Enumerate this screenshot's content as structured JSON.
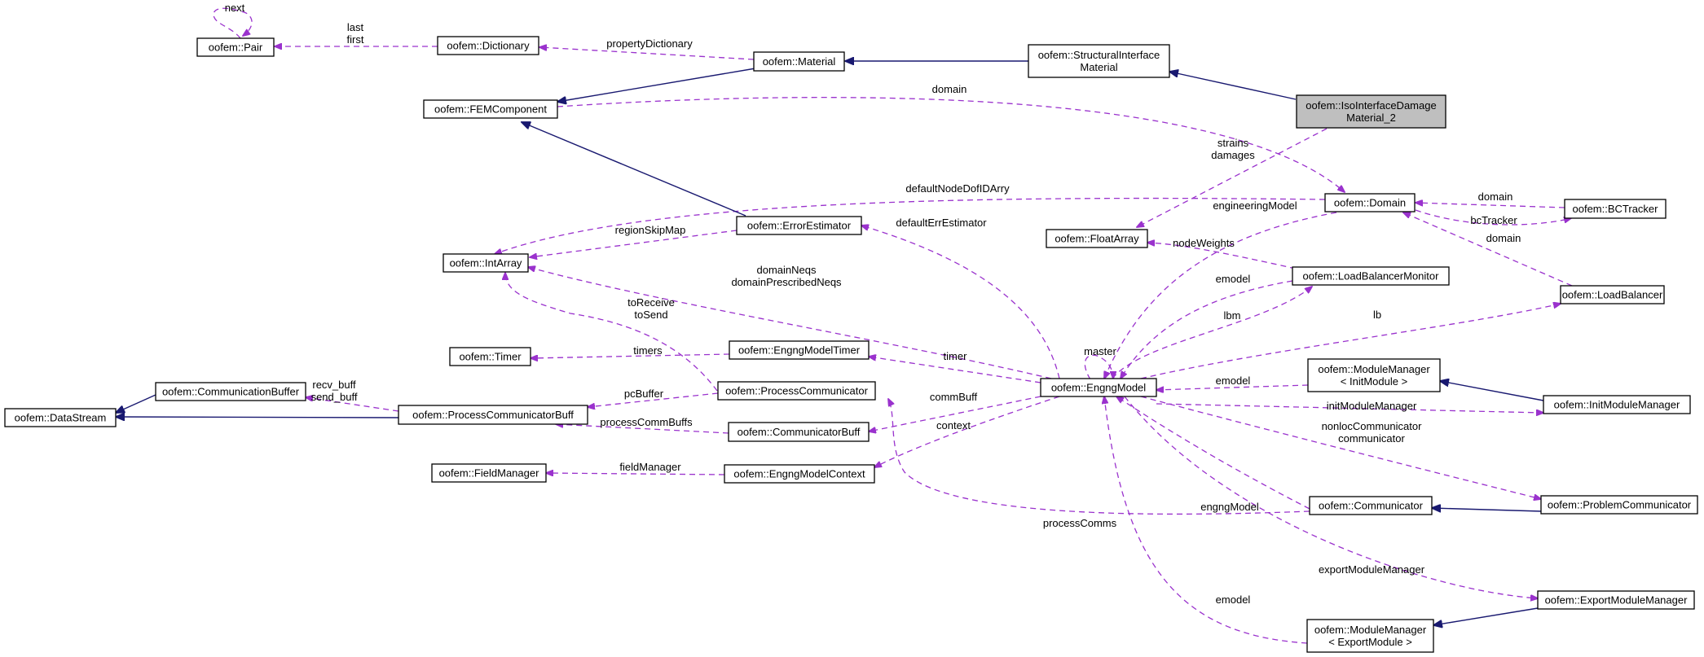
{
  "nodes": {
    "pair": [
      "oofem::Pair"
    ],
    "dictionary": [
      "oofem::Dictionary"
    ],
    "material": [
      "oofem::Material"
    ],
    "structint": [
      "oofem::StructuralInterface",
      "Material"
    ],
    "isodamage": [
      "oofem::IsoInterfaceDamage",
      "Material_2"
    ],
    "femcomp": [
      "oofem::FEMComponent"
    ],
    "domain": [
      "oofem::Domain"
    ],
    "bctracker": [
      "oofem::BCTracker"
    ],
    "errest": [
      "oofem::ErrorEstimator"
    ],
    "intarray": [
      "oofem::IntArray"
    ],
    "floatarray": [
      "oofem::FloatArray"
    ],
    "lbmonitor": [
      "oofem::LoadBalancerMonitor"
    ],
    "loadbal": [
      "oofem::LoadBalancer"
    ],
    "timer": [
      "oofem::Timer"
    ],
    "engtimer": [
      "oofem::EngngModelTimer"
    ],
    "commbuffer": [
      "oofem::CommunicationBuffer"
    ],
    "proccomm": [
      "oofem::ProcessCommunicator"
    ],
    "datastream": [
      "oofem::DataStream"
    ],
    "pcbuff": [
      "oofem::ProcessCommunicatorBuff"
    ],
    "combuff": [
      "oofem::CommunicatorBuff"
    ],
    "engngmodel": [
      "oofem::EngngModel"
    ],
    "mminit": [
      "oofem::ModuleManager",
      "< InitModule >"
    ],
    "initmm": [
      "oofem::InitModuleManager"
    ],
    "fieldmgr": [
      "oofem::FieldManager"
    ],
    "engctx": [
      "oofem::EngngModelContext"
    ],
    "probcomm": [
      "oofem::ProblemCommunicator"
    ],
    "communicator": [
      "oofem::Communicator"
    ],
    "exportmm": [
      "oofem::ExportModuleManager"
    ],
    "mmexport": [
      "oofem::ModuleManager",
      "< ExportModule >"
    ]
  },
  "edge_labels": {
    "next": [
      "next"
    ],
    "last_first": [
      "last",
      "first"
    ],
    "property_dictionary": [
      "propertyDictionary"
    ],
    "domain_fem": [
      "domain"
    ],
    "strains_damages": [
      "strains",
      "damages"
    ],
    "default_node_dof": [
      "defaultNodeDofIDArry"
    ],
    "domain_bct": [
      "domain"
    ],
    "bctracker": [
      "bcTracker"
    ],
    "domain_lb": [
      "domain"
    ],
    "engineering_model": [
      "engineeringModel"
    ],
    "region_skip_map": [
      "regionSkipMap"
    ],
    "default_err_estimator": [
      "defaultErrEstimator"
    ],
    "node_weights": [
      "nodeWeights"
    ],
    "domain_neqs": [
      "domainNeqs",
      "domainPrescribedNeqs"
    ],
    "emodel_lbm": [
      "emodel"
    ],
    "lbm": [
      "lbm"
    ],
    "lb": [
      "lb"
    ],
    "to_receive_send": [
      "toReceive",
      "toSend"
    ],
    "timers": [
      "timers"
    ],
    "timer": [
      "timer"
    ],
    "master": [
      "master"
    ],
    "emodel_mm": [
      "emodel"
    ],
    "recv_send_buff": [
      "recv_buff",
      "send_buff"
    ],
    "pc_buffer": [
      "pcBuffer"
    ],
    "comm_buff": [
      "commBuff"
    ],
    "process_comm_buffs": [
      "processCommBuffs"
    ],
    "init_module_manager": [
      "initModuleManager"
    ],
    "context": [
      "context"
    ],
    "nonloc_communicator": [
      "nonlocCommunicator",
      "communicator"
    ],
    "field_manager": [
      "fieldManager"
    ],
    "engng_model": [
      "engngModel"
    ],
    "process_comms": [
      "processComms"
    ],
    "export_module_manager": [
      "exportModuleManager"
    ],
    "emodel_export": [
      "emodel"
    ]
  },
  "colors": {
    "uses_edge": "#9a32cd",
    "inheritance_edge": "#191970",
    "focus_node_fill": "#bfbfbf",
    "node_fill": "#ffffff",
    "node_stroke": "#000000"
  }
}
